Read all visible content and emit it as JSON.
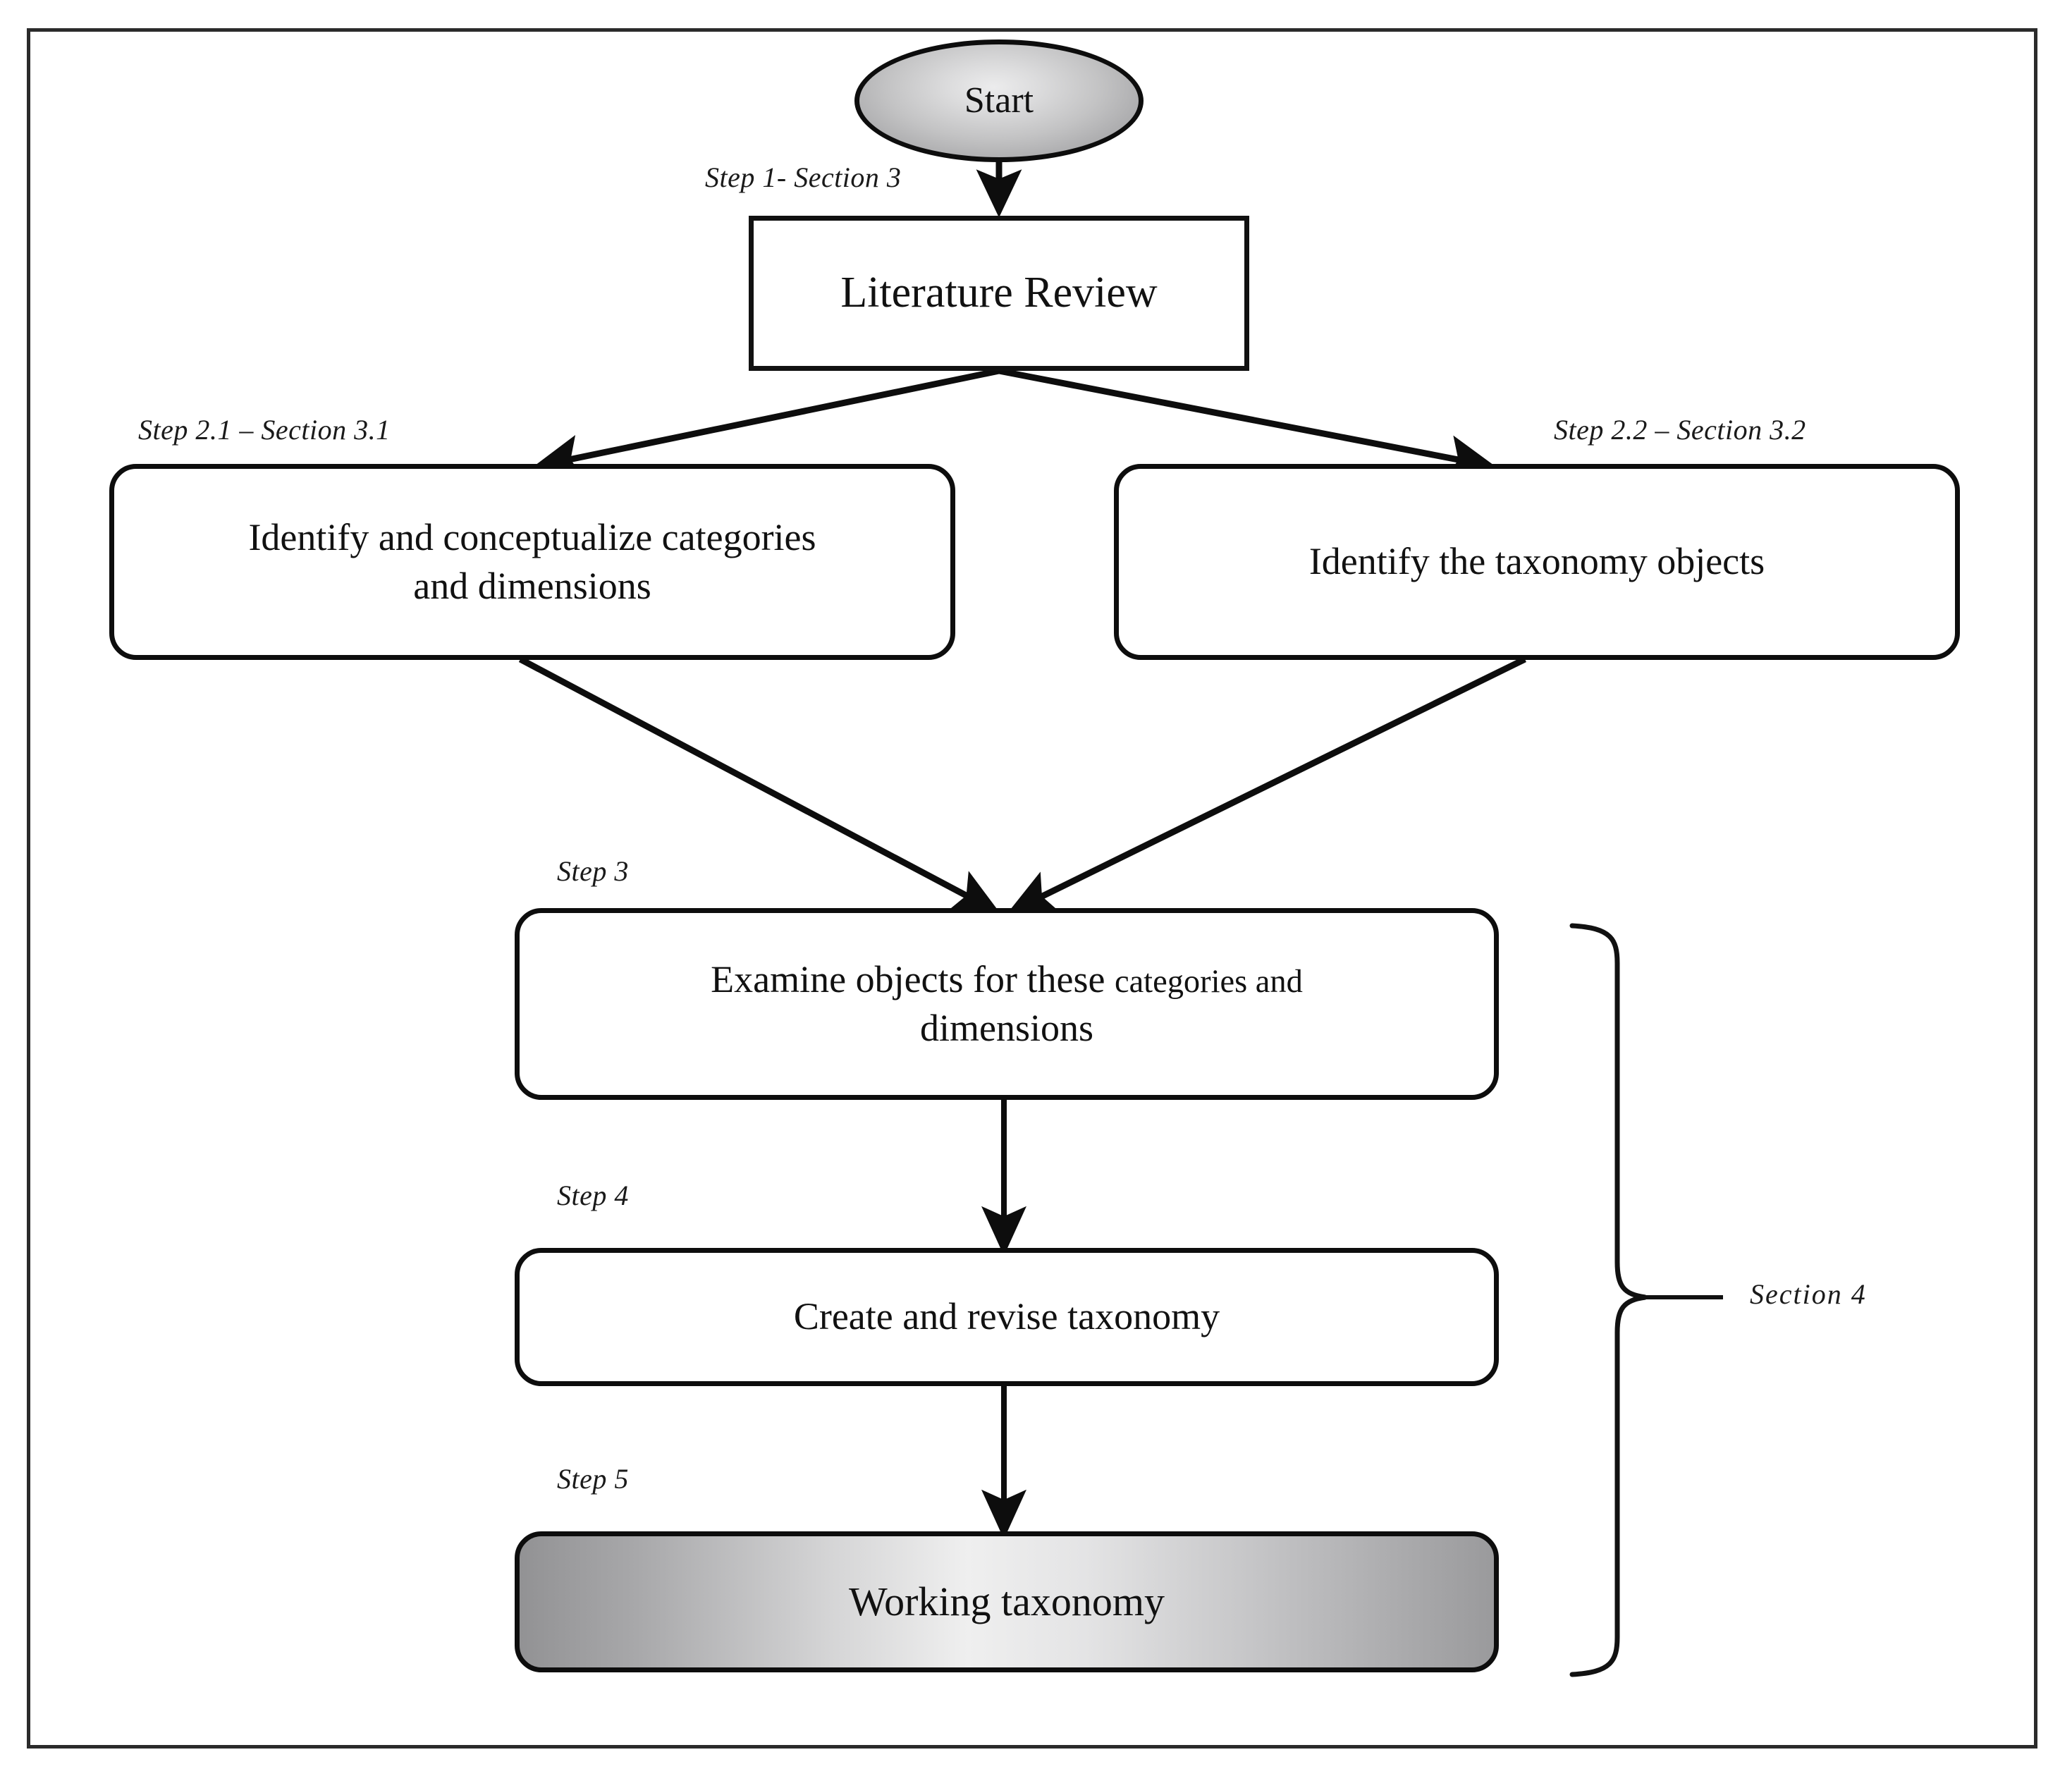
{
  "diagram": {
    "title": "Taxonomy development process flowchart",
    "frame_color": "#2b2b2b",
    "stroke_color": "#111111",
    "background": "#ffffff"
  },
  "nodes": {
    "start": {
      "label": "Start",
      "shape": "ellipse",
      "fill": "radial-gray-gradient"
    },
    "literature_review": {
      "label": "Literature Review",
      "shape": "rectangle",
      "fill": "#ffffff"
    },
    "identify_categories": {
      "line1": "Identify and conceptualize categories",
      "line2": "and dimensions",
      "shape": "rounded-rectangle",
      "fill": "#ffffff"
    },
    "identify_objects": {
      "label": "Identify the taxonomy objects",
      "shape": "rounded-rectangle",
      "fill": "#ffffff"
    },
    "examine_objects": {
      "line1_big": "Examine objects for these ",
      "line1_small": "categories and",
      "line2": "dimensions",
      "shape": "rounded-rectangle",
      "fill": "#ffffff"
    },
    "create_revise": {
      "label": "Create and revise taxonomy",
      "shape": "rounded-rectangle",
      "fill": "#ffffff"
    },
    "working_taxonomy": {
      "label": "Working taxonomy",
      "shape": "rounded-rectangle",
      "fill": "linear-gray-gradient"
    }
  },
  "step_labels": {
    "step1": "Step 1- Section 3",
    "step2_1": "Step 2.1 – Section 3.1",
    "step2_2": "Step 2.2 – Section 3.2",
    "step3": "Step 3",
    "step4": "Step 4",
    "step5": "Step 5",
    "section4": "Section 4"
  },
  "edges": [
    {
      "from": "start",
      "to": "literature_review",
      "type": "straight-down-arrow"
    },
    {
      "from": "literature_review",
      "to": "identify_categories",
      "type": "diagonal-down-left-arrow"
    },
    {
      "from": "literature_review",
      "to": "identify_objects",
      "type": "diagonal-down-right-arrow"
    },
    {
      "from": "identify_categories",
      "to": "examine_objects",
      "type": "diagonal-down-right-arrow"
    },
    {
      "from": "identify_objects",
      "to": "examine_objects",
      "type": "diagonal-down-left-arrow"
    },
    {
      "from": "examine_objects",
      "to": "create_revise",
      "type": "straight-down-arrow"
    },
    {
      "from": "create_revise",
      "to": "working_taxonomy",
      "type": "straight-down-arrow"
    }
  ],
  "brace": {
    "label": "Section 4",
    "spans": [
      "examine_objects",
      "create_revise",
      "working_taxonomy"
    ]
  }
}
